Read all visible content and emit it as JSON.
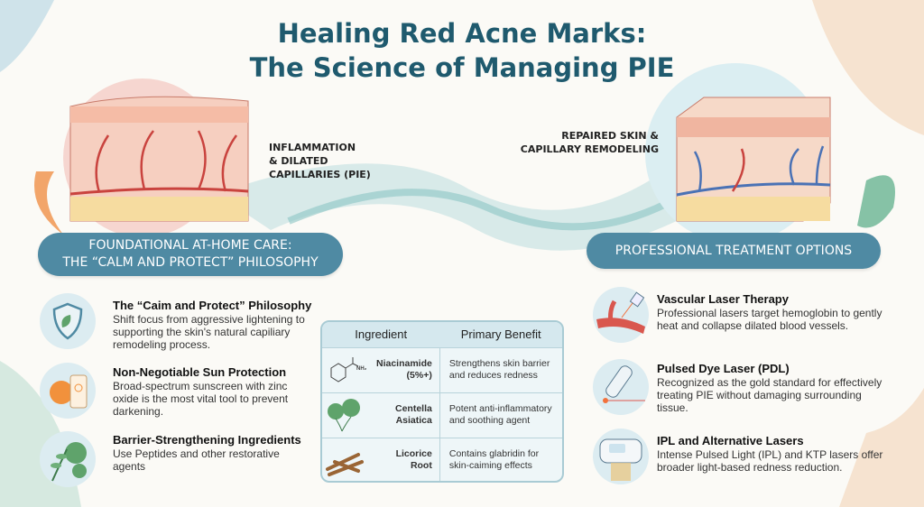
{
  "title": {
    "line1": "Healing Red Acne Marks:",
    "line2": "The Science of Managing PIE"
  },
  "labels": {
    "before": [
      "INFLAMMATION",
      "& DILATED",
      "CAPILLARIES (PIE)"
    ],
    "after": [
      "REPAIRED SKIN &",
      "CAPILLARY REMODELING"
    ]
  },
  "left_section": {
    "header": [
      "FOUNDATIONAL AT-HOME CARE:",
      "THE “CALM AND PROTECT” PHILOSOPHY"
    ],
    "items": [
      {
        "icon": "shield-leaf-icon",
        "title": "The “Caim and Protect” Philosophy",
        "body": "Shift focus from aggressive lightening to supporting the skin's natural capiliary remodeling process."
      },
      {
        "icon": "sun-sunscreen-icon",
        "title": "Non-Negotiable Sun Protection",
        "body": "Broad-spectrum sunscreen with zinc oxide is the most vital tool to prevent darkening."
      },
      {
        "icon": "plant-leaves-icon",
        "title": "Barrier-Strengthening Ingredients",
        "body": "Use Peptides and other restorative agents"
      }
    ]
  },
  "table": {
    "headers": [
      "Ingredient",
      "Primary Benefit"
    ],
    "rows": [
      {
        "icon": "niacinamide-molecule-icon",
        "ingredient": [
          "Niacinamide",
          "(5%+)"
        ],
        "benefit": [
          "Strengthens skin barrier",
          "and reduces redness"
        ],
        "molecule_label": "NH₂"
      },
      {
        "icon": "centella-leaf-icon",
        "ingredient": [
          "Centella",
          "Asiatica"
        ],
        "benefit": [
          "Potent anti-inflammatory",
          "and soothing agent"
        ]
      },
      {
        "icon": "licorice-root-icon",
        "ingredient": [
          "Licorice",
          "Root"
        ],
        "benefit": [
          "Contains glabridin for",
          "skin-caiming effects"
        ]
      }
    ]
  },
  "right_section": {
    "header": "PROFESSIONAL TREATMENT OPTIONS",
    "items": [
      {
        "icon": "vessel-laser-icon",
        "title": "Vascular Laser Therapy",
        "body": "Professional lasers target hemoglobin to gently heat and collapse dilated blood vessels."
      },
      {
        "icon": "laser-pen-icon",
        "title": "Pulsed Dye Laser (PDL)",
        "body": "Recognized as the gold standard for effectively treating PIE without damaging surrounding tissue."
      },
      {
        "icon": "ipl-device-icon",
        "title": "IPL and Alternative Lasers",
        "body": "Intense Pulsed Light (IPL) and KTP lasers offer broader light-based redness reduction."
      }
    ]
  },
  "colors": {
    "title": "#1f5a6e",
    "pill": "#4f8aa3",
    "inflamed": "#c9433e",
    "healed_vessel": "#4a72b5"
  }
}
